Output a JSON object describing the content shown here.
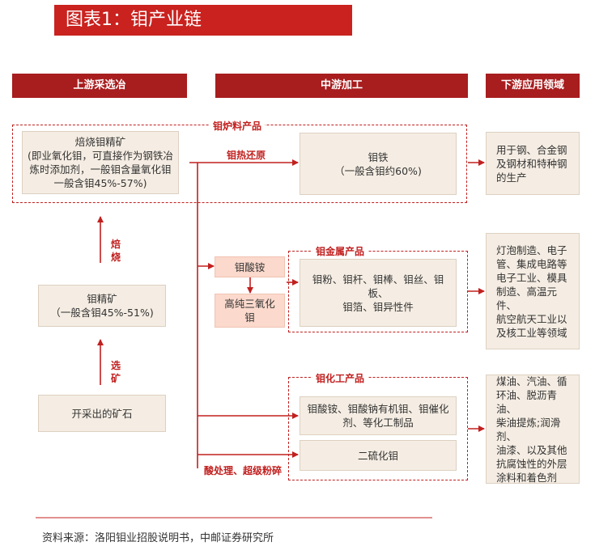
{
  "title": "图表1：钼产业链",
  "headers": {
    "upstream": "上游采选冶",
    "midstream": "中游加工",
    "downstream": "下游应用领域"
  },
  "groups": {
    "furnace": "钼炉料产品",
    "metal": "钼金属产品",
    "chemical": "钼化工产品"
  },
  "nodes": {
    "roasted": "焙烧钼精矿\n(即业氧化钼，可直接作为钢铁冶炼时添加剂，一般钼含量氧化钼一般含钼45%-57%)",
    "concentrate": "钼精矿\n（一般含钼45%-51%)",
    "ore": "开采出的矿石",
    "ferromoly": "钼铁\n（一般含钼约60%)",
    "ammonium": "钼酸铵",
    "trioxide": "高纯三氧化\n钼",
    "metal_products": "钼粉、钼杆、钼棒、钼丝、钼板、\n钼箔、钼异性件",
    "chem_products": "钼酸铵、钼酸钠有机钼、钼催化\n剂、等化工制品",
    "disulfide": "二硫化钼",
    "app_steel": "用于钢、合金钢\n及钢材和特种钢\n的生产",
    "app_electronics": "灯泡制造、电子\n管、集成电路等\n电子工业、模具\n制造、高温元件、\n航空航天工业以\n及核工业等领域",
    "app_chem": "煤油、汽油、循\n环油、脱沥青油、\n柴油提炼;润滑剂、\n油漆、以及其他\n抗腐蚀性的外层\n涂料和着色剂"
  },
  "labels": {
    "roasting": "焙烧",
    "beneficiation": "选矿",
    "thermal_reduction": "钼热还原",
    "acid_processing": "酸处理、超级粉碎"
  },
  "source": "资料来源：洛阳钼业招股说明书，中邮证券研究所"
}
